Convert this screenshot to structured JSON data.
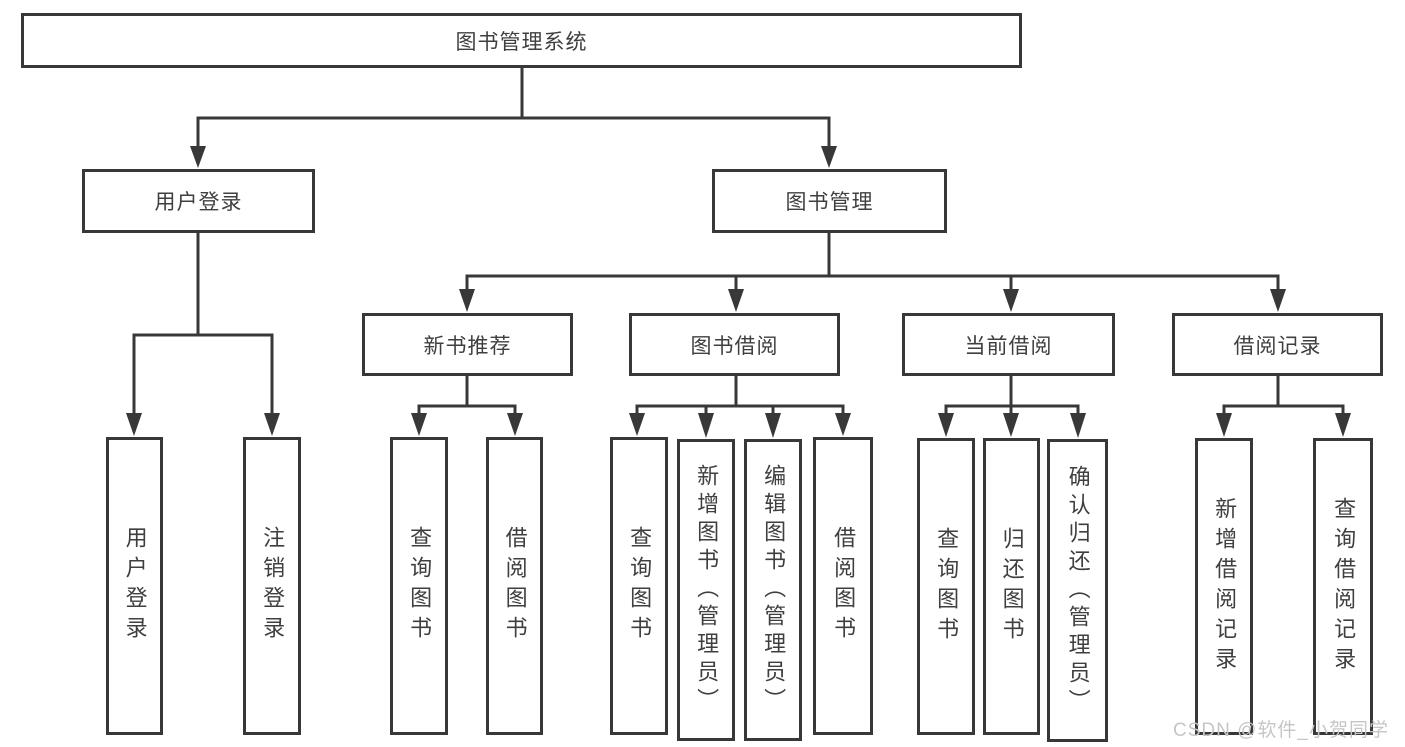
{
  "diagram": {
    "title": "图书管理系统",
    "nodes": {
      "root": "图书管理系统",
      "user_login": "用户登录",
      "book_mgmt": "图书管理",
      "new_book_rec": "新书推荐",
      "book_borrow": "图书借阅",
      "current_borrow": "当前借阅",
      "borrow_record": "借阅记录",
      "leaf_user_login": "用户登录",
      "leaf_logout": "注销登录",
      "rec_query_book": "查询图书",
      "rec_borrow_book": "借阅图书",
      "bb_query_book": "查询图书",
      "bb_add_book": "新增图书（管理员）",
      "bb_edit_book": "编辑图书（管理员）",
      "bb_borrow_book": "借阅图书",
      "cb_query_book": "查询图书",
      "cb_return_book": "归还图书",
      "cb_confirm_return": "确认归还（管理员）",
      "br_add_record": "新增借阅记录",
      "br_query_record": "查询借阅记录"
    },
    "edges": [
      {
        "from": "图书管理系统",
        "to": "用户登录"
      },
      {
        "from": "图书管理系统",
        "to": "图书管理"
      },
      {
        "from": "用户登录",
        "to": "用户登录"
      },
      {
        "from": "用户登录",
        "to": "注销登录"
      },
      {
        "from": "图书管理",
        "to": "新书推荐"
      },
      {
        "from": "图书管理",
        "to": "图书借阅"
      },
      {
        "from": "图书管理",
        "to": "当前借阅"
      },
      {
        "from": "图书管理",
        "to": "借阅记录"
      },
      {
        "from": "新书推荐",
        "to": "查询图书"
      },
      {
        "from": "新书推荐",
        "to": "借阅图书"
      },
      {
        "from": "图书借阅",
        "to": "查询图书"
      },
      {
        "from": "图书借阅",
        "to": "新增图书（管理员）"
      },
      {
        "from": "图书借阅",
        "to": "编辑图书（管理员）"
      },
      {
        "from": "图书借阅",
        "to": "借阅图书"
      },
      {
        "from": "当前借阅",
        "to": "查询图书"
      },
      {
        "from": "当前借阅",
        "to": "归还图书"
      },
      {
        "from": "当前借阅",
        "to": "确认归还（管理员）"
      },
      {
        "from": "借阅记录",
        "to": "新增借阅记录"
      },
      {
        "from": "借阅记录",
        "to": "查询借阅记录"
      }
    ],
    "colors": {
      "line": "#383838",
      "text": "#3f3f3f",
      "box_background": "#ffffff",
      "watermark": "#c6c6c6"
    }
  },
  "watermark": "CSDN @软件_小贺同学"
}
